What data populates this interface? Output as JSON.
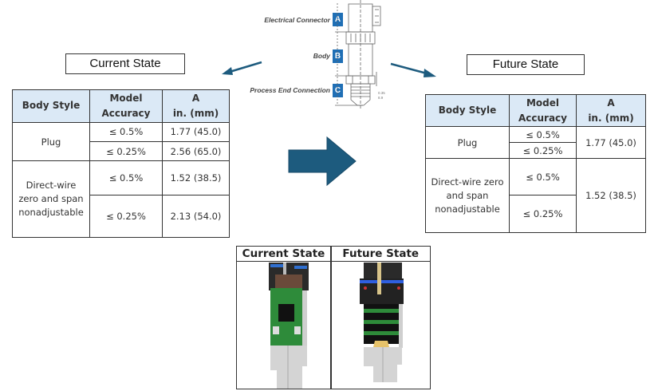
{
  "diagram": {
    "labels": {
      "electrical_connector": "Electrical Connector",
      "body": "Body",
      "process_end_connection": "Process End Connection"
    },
    "sections": [
      "A",
      "B",
      "C"
    ],
    "dimension_text": [
      "0.35",
      "8.9"
    ]
  },
  "current_state": {
    "title": "Current State",
    "table": {
      "headers": [
        "Body Style",
        "Model Accuracy",
        "A in. (mm)"
      ],
      "header_lines": {
        "body_style": "Body Style",
        "model_1": "Model",
        "model_2": "Accuracy",
        "a_1": "A",
        "a_2": "in. (mm)"
      },
      "rows": [
        {
          "body_style": "Plug",
          "accuracy": "≤ 0.5%",
          "a": "1.77 (45.0)"
        },
        {
          "body_style": "Plug",
          "accuracy": "≤ 0.25%",
          "a": "2.56 (65.0)"
        },
        {
          "body_style": "Direct-wire zero and span nonadjustable",
          "accuracy": "≤ 0.5%",
          "a": "1.52 (38.5)"
        },
        {
          "body_style": "Direct-wire zero and span nonadjustable",
          "accuracy": "≤ 0.25%",
          "a": "2.13 (54.0)"
        }
      ],
      "group_labels": {
        "plug": "Plug",
        "direct_1": "Direct-wire",
        "direct_2": "zero and span",
        "direct_3": "nonadjustable"
      }
    }
  },
  "future_state": {
    "title": "Future State",
    "table": {
      "headers": [
        "Body Style",
        "Model Accuracy",
        "A in. (mm)"
      ],
      "header_lines": {
        "body_style": "Body Style",
        "model_1": "Model",
        "model_2": "Accuracy",
        "a_1": "A",
        "a_2": "in. (mm)"
      },
      "rows": [
        {
          "body_style": "Plug",
          "accuracy": "≤ 0.5%",
          "a": "1.77 (45.0)"
        },
        {
          "body_style": "Plug",
          "accuracy": "≤ 0.25%",
          "a": "1.77 (45.0)"
        },
        {
          "body_style": "Direct-wire zero and span nonadjustable",
          "accuracy": "≤ 0.5%",
          "a": "1.52 (38.5)"
        },
        {
          "body_style": "Direct-wire zero and span nonadjustable",
          "accuracy": "≤ 0.25%",
          "a": "1.52 (38.5)"
        }
      ],
      "group_labels": {
        "plug": "Plug",
        "direct_1": "Direct-wire zero",
        "direct_2": "and span",
        "direct_3": "nonadjustable"
      }
    }
  },
  "photo_comparison": {
    "left_title": "Current State",
    "right_title": "Future State"
  },
  "colors": {
    "arrow": "#1d5b7e",
    "header_fill": "#dbe9f6",
    "section_box": "#1f6fb5",
    "pcb_green": "#2e8b3a"
  }
}
